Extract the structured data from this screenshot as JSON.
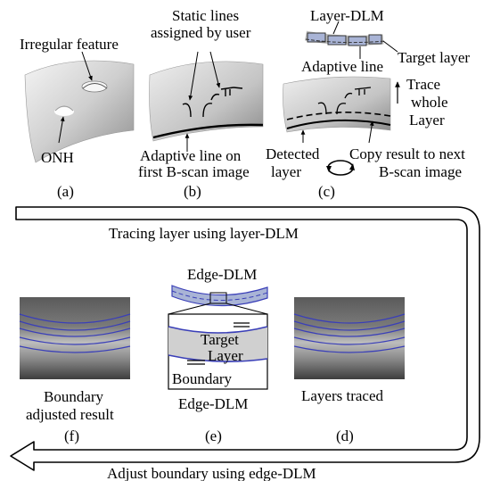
{
  "panel_a": {
    "irregular_feature": "Irregular feature",
    "onh": "ONH",
    "caption": "(a)"
  },
  "panel_b": {
    "static_lines_1": "Static lines",
    "static_lines_2": "assigned by user",
    "adaptive_1": "Adaptive line on",
    "adaptive_2": "first B-scan image",
    "caption": "(b)"
  },
  "panel_c": {
    "layer_dlm": "Layer-DLM",
    "target_layer": "Target layer",
    "adaptive_line": "Adaptive line",
    "trace_1": "Trace",
    "trace_2": "whole",
    "trace_3": "Layer",
    "detected_1": "Detected",
    "detected_2": "layer",
    "copy_1": "Copy result to next",
    "copy_2": "B-scan image",
    "caption": "(c)"
  },
  "flow": {
    "tracing": "Tracing layer using layer-DLM",
    "adjust": "Adjust boundary using edge-DLM"
  },
  "panel_f": {
    "line1": "Boundary",
    "line2": "adjusted result",
    "caption": "(f)"
  },
  "panel_e": {
    "edge_dlm_top": "Edge-DLM",
    "target_1": "Target",
    "target_2": "Layer",
    "boundary": "Boundary",
    "edge_dlm_bottom": "Edge-DLM",
    "caption": "(e)"
  },
  "panel_d": {
    "label": "Layers traced",
    "caption": "(d)"
  },
  "colors": {
    "layer_line": "#3a3fb8",
    "surface": "#cfcfcf",
    "scan_bg": "#6e6e6e",
    "dlm_fill": "#a9b4d6"
  }
}
